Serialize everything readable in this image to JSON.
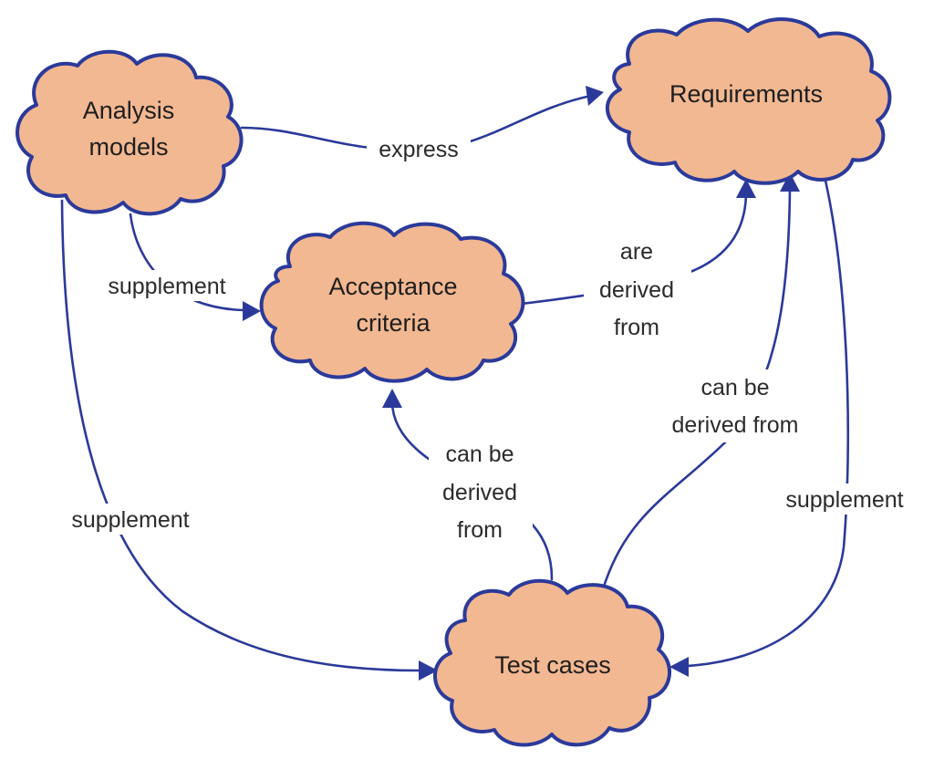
{
  "colors": {
    "cloud_fill": "#f2b892",
    "line": "#2b3a9a"
  },
  "nodes": {
    "analysis_models": {
      "label_line1": "Analysis",
      "label_line2": "models"
    },
    "requirements": {
      "label": "Requirements"
    },
    "acceptance_criteria": {
      "label_line1": "Acceptance",
      "label_line2": "criteria"
    },
    "test_cases": {
      "label": "Test cases"
    }
  },
  "edges": {
    "analysis_to_requirements": {
      "label": "express"
    },
    "analysis_to_acceptance": {
      "label": "supplement"
    },
    "analysis_to_testcases": {
      "label": "supplement"
    },
    "acceptance_to_requirements": {
      "label_line1": "are",
      "label_line2": "derived",
      "label_line3": "from"
    },
    "testcases_to_acceptance": {
      "label_line1": "can be",
      "label_line2": "derived",
      "label_line3": "from"
    },
    "testcases_to_requirements": {
      "label_line1": "can be",
      "label_line2": "derived from"
    },
    "requirements_to_testcases": {
      "label": "supplement"
    }
  }
}
